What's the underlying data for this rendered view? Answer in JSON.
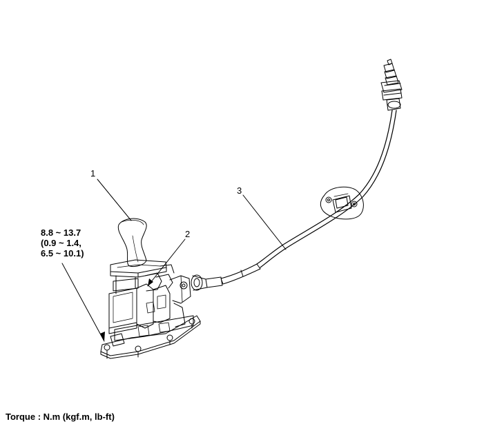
{
  "callouts": {
    "c1": "1",
    "c2": "2",
    "c3": "3"
  },
  "torque_spec": {
    "line1": "8.8 ~ 13.7",
    "line2": "(0.9 ~ 1.4,",
    "line3": "6.5 ~ 10.1)"
  },
  "footer": {
    "torque_units": "Torque : N.m (kgf.m, lb-ft)"
  }
}
